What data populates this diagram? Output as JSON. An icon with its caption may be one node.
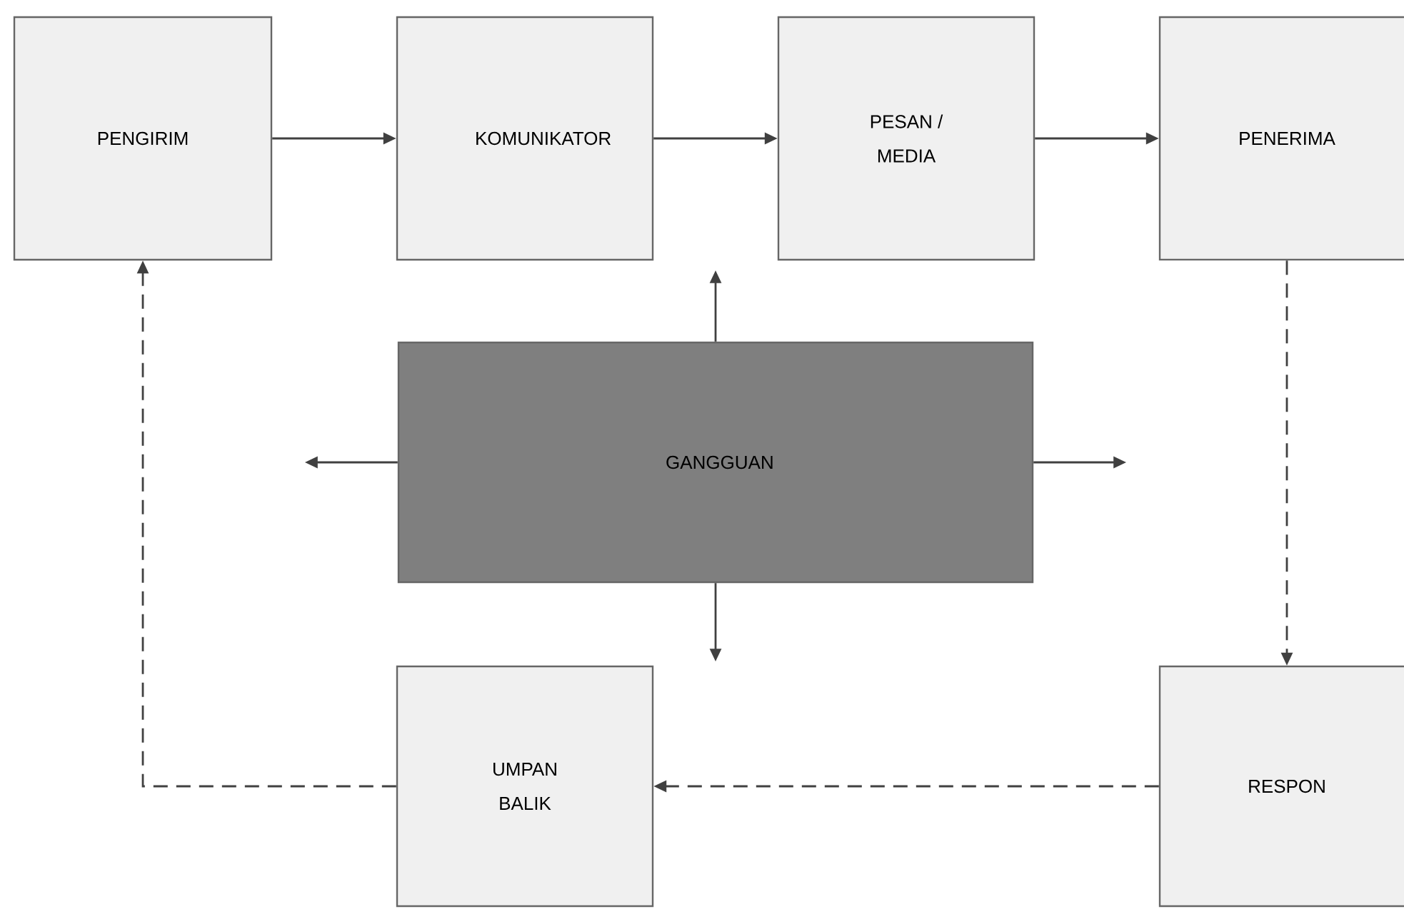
{
  "diagram": {
    "nodes": [
      {
        "text": [
          "PENGIRIM"
        ]
      },
      {
        "text": [
          "KOMUNIKATOR"
        ]
      },
      {
        "text": [
          "PESAN / MEDIA"
        ]
      },
      {
        "text": [
          "PENERIMA"
        ]
      },
      {
        "text": [
          "GANGGUAN"
        ]
      },
      {
        "text": [
          "UMPAN BALIK"
        ]
      },
      {
        "text": [
          "RESPON"
        ]
      }
    ],
    "edges": [
      {
        "from": 0,
        "to": 1,
        "arrow": "to"
      },
      {
        "from": 1,
        "to": 2,
        "arrow": "to"
      },
      {
        "from": 2,
        "to": 3,
        "arrow": "to"
      },
      {
        "from": 3,
        "to": 6,
        "arrow": "to",
        "style": "dashed"
      },
      {
        "from": 6,
        "to": 5,
        "arrow": "to",
        "style": "dashed"
      },
      {
        "from": 5,
        "to": 0,
        "arrow": "to",
        "style": "dashed"
      },
      {
        "from": 4,
        "to": null,
        "arrow": "to"
      },
      {
        "from": 4,
        "to": null,
        "arrow": "to"
      },
      {
        "from": 4,
        "to": null,
        "arrow": "to"
      },
      {
        "from": 4,
        "to": null,
        "arrow": "to"
      }
    ]
  }
}
